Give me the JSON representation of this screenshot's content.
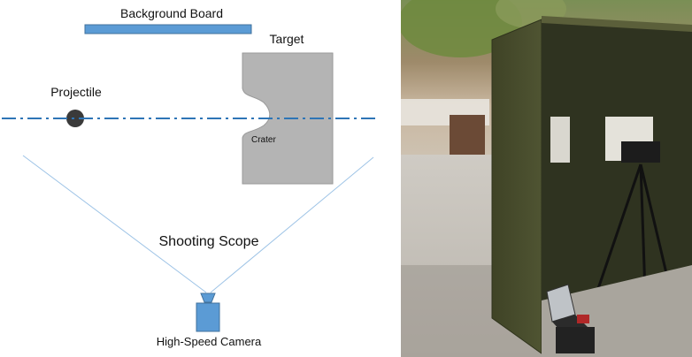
{
  "labels": {
    "background_board": "Background Board",
    "target": "Target",
    "projectile": "Projectile",
    "crater": "Crater",
    "shooting_scope": "Shooting Scope",
    "camera": "High-Speed  Camera"
  },
  "colors": {
    "board": "#5b9bd5",
    "trajectory": "#2e75b6",
    "target": "#b4b4b4",
    "projectile": "#3a3a3a",
    "camera": "#5b9bd5",
    "scope_lines": "#9dc3e6"
  }
}
